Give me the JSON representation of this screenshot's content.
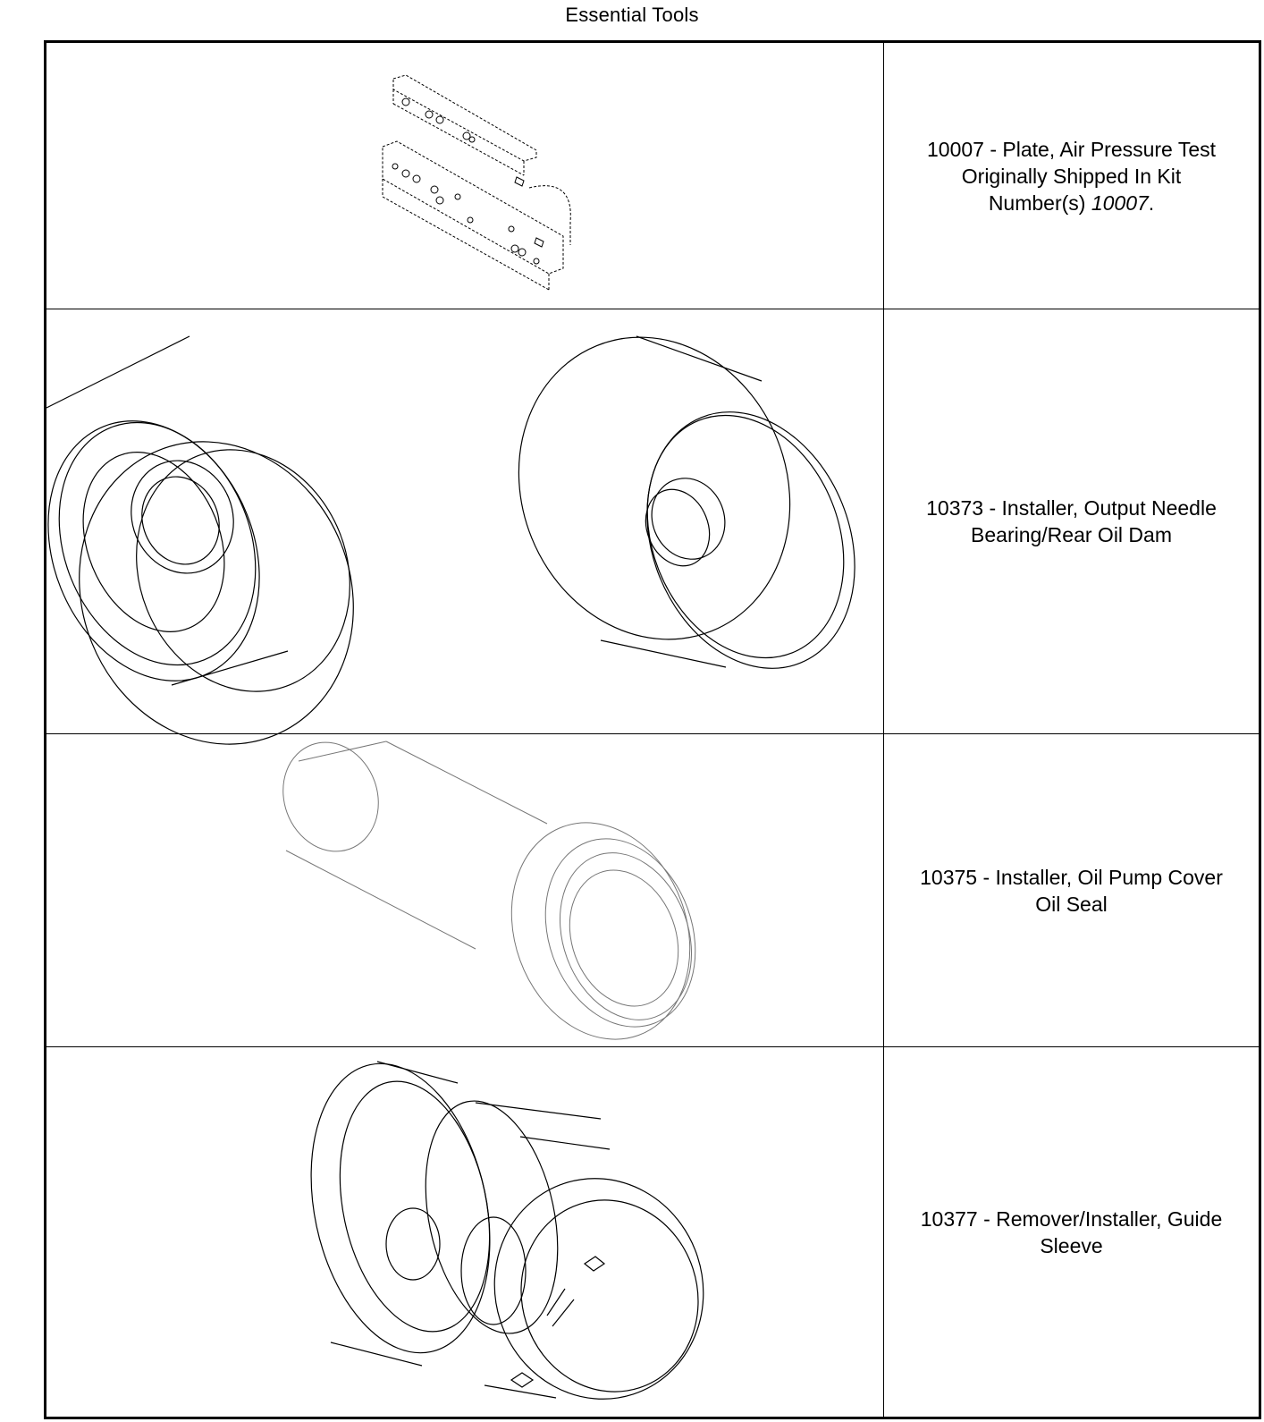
{
  "page": {
    "title": "Essential Tools"
  },
  "tools": [
    {
      "line1": "10007 - Plate, Air Pressure Test",
      "line2": "Originally Shipped In Kit",
      "line3_prefix": "Number(s) ",
      "line3_kit": "10007",
      "line3_suffix": "."
    },
    {
      "line1": "10373 - Installer, Output Needle",
      "line2": "Bearing/Rear Oil Dam"
    },
    {
      "line1": "10375 - Installer, Oil Pump Cover",
      "line2": "Oil Seal"
    },
    {
      "line1": "10377 - Remover/Installer, Guide",
      "line2": "Sleeve"
    }
  ]
}
